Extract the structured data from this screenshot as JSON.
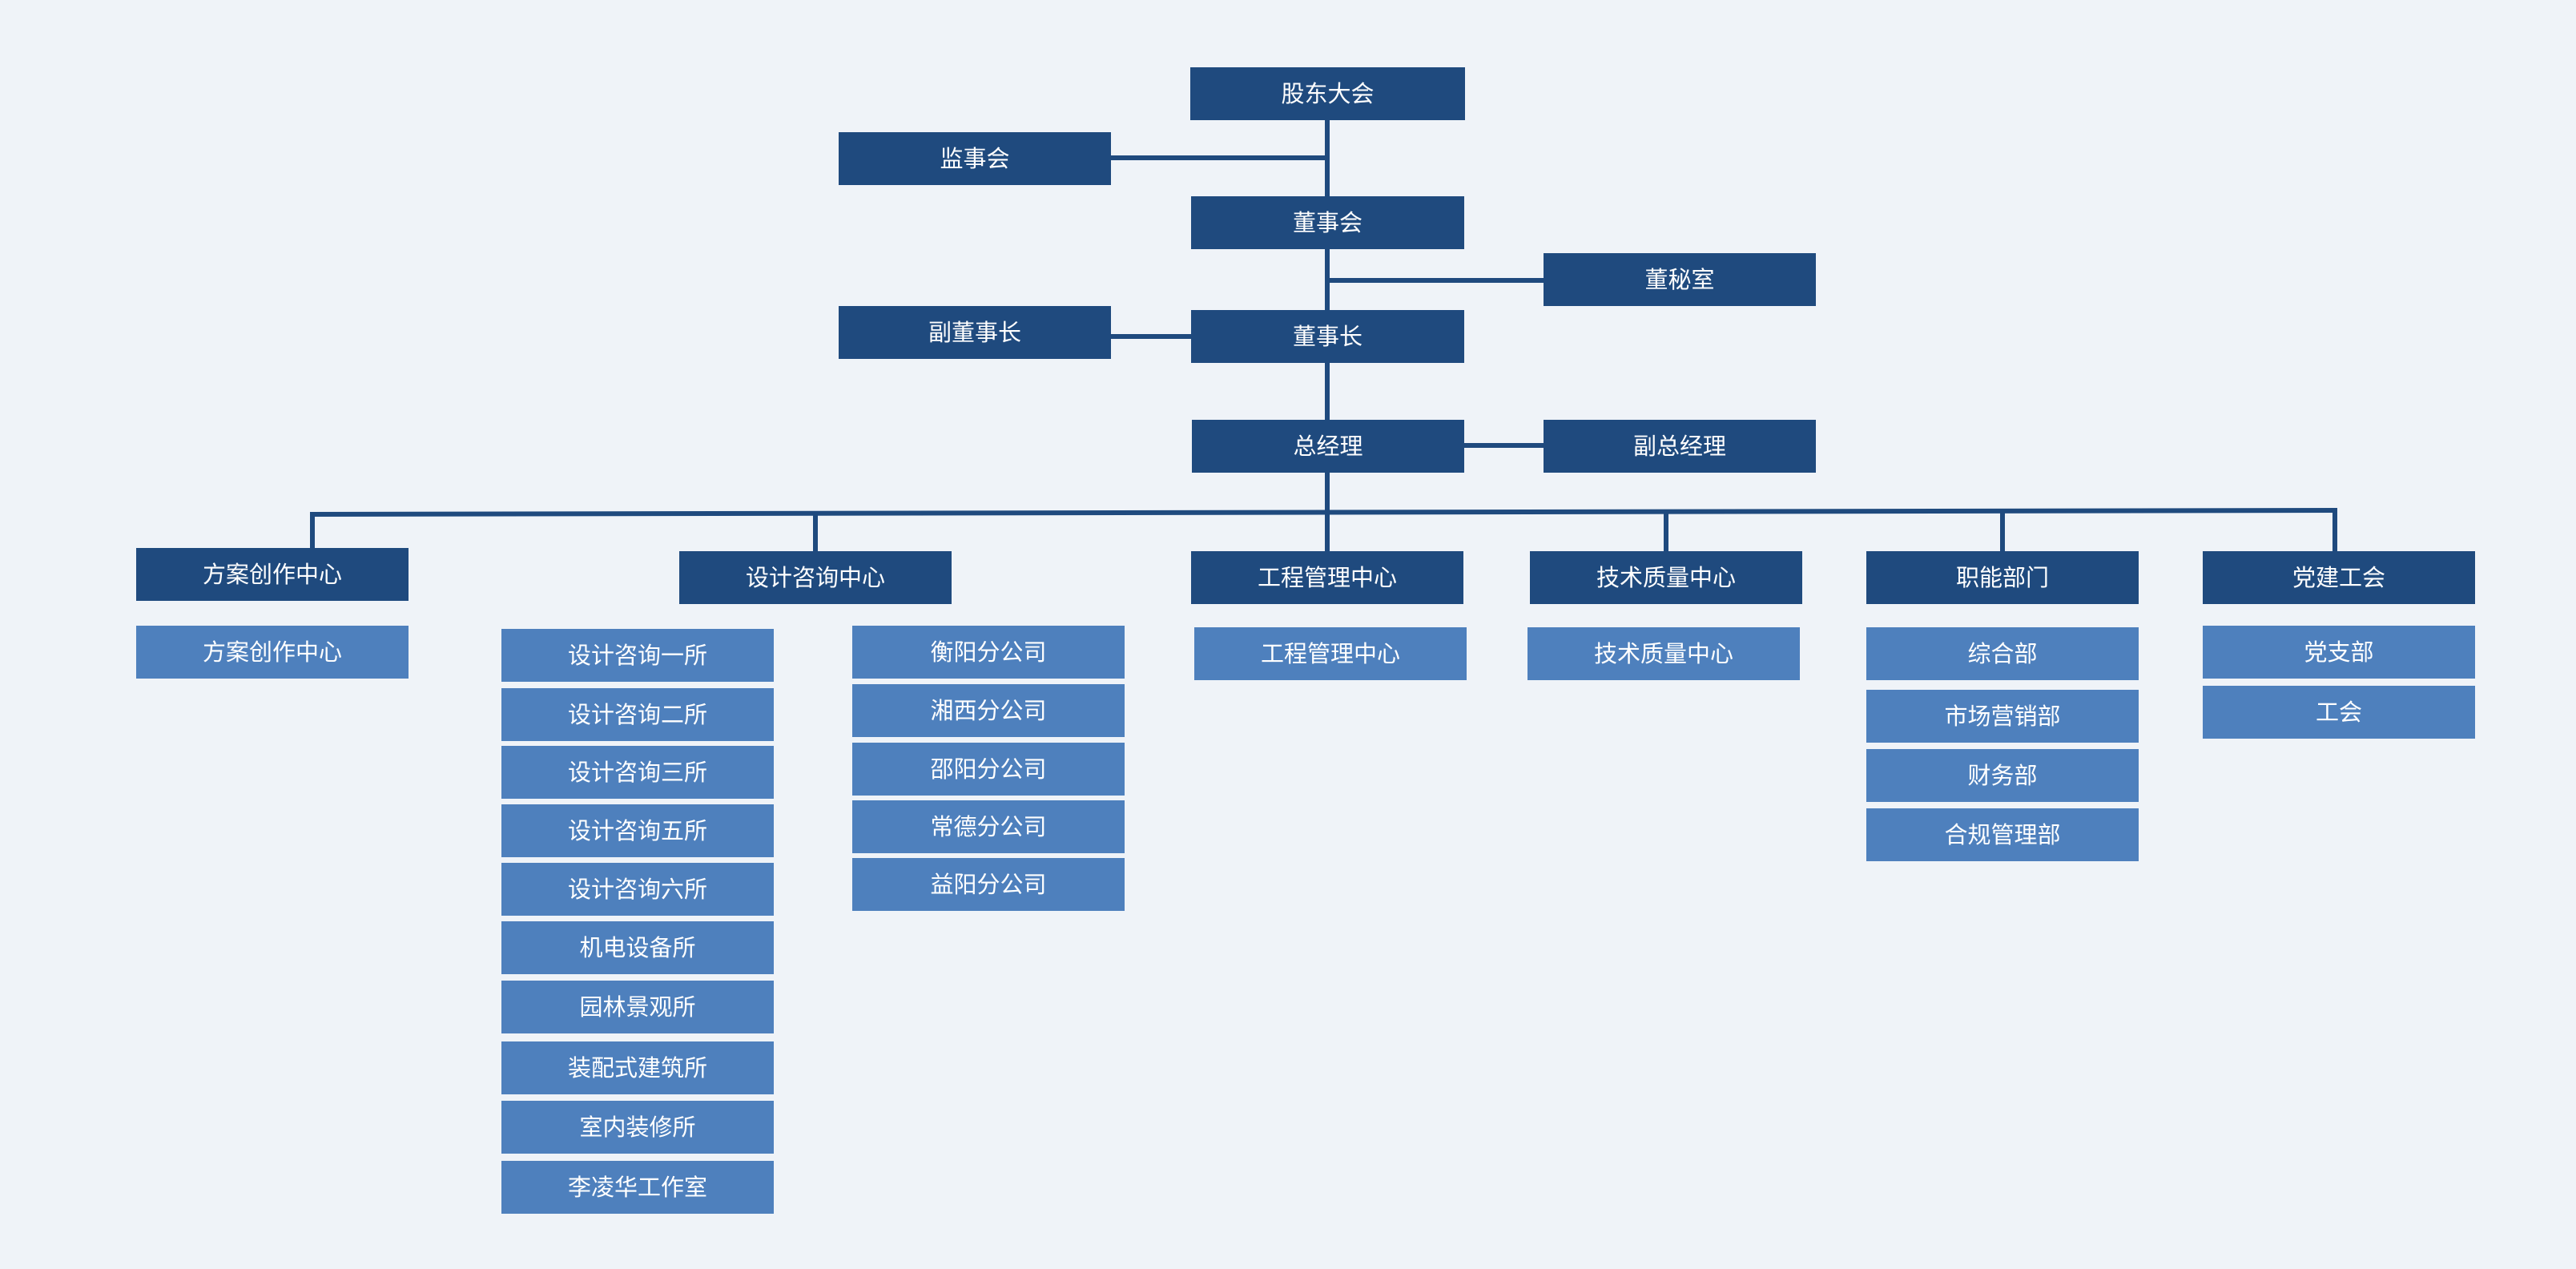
{
  "colors": {
    "background": "#eff3f8",
    "dark_box": "#1f4a7e",
    "light_box": "#4e80bd",
    "connector": "#1f4a7e",
    "text": "#ffffff"
  },
  "governance": {
    "shareholders": "股东大会",
    "supervisory_board": "监事会",
    "board": "董事会",
    "board_secretary_office": "董秘室",
    "vice_chairman": "副董事长",
    "chairman": "董事长",
    "general_manager": "总经理",
    "deputy_general_manager": "副总经理"
  },
  "divisions": [
    {
      "name": "方案创作中心",
      "units": [
        "方案创作中心"
      ]
    },
    {
      "name": "设计咨询中心",
      "units": [
        "设计咨询一所",
        "设计咨询二所",
        "设计咨询三所",
        "设计咨询五所",
        "设计咨询六所",
        "机电设备所",
        "园林景观所",
        "装配式建筑所",
        "室内装修所",
        "李凌华工作室"
      ],
      "branches": [
        "衡阳分公司",
        "湘西分公司",
        "邵阳分公司",
        "常德分公司",
        "益阳分公司"
      ]
    },
    {
      "name": "工程管理中心",
      "units": [
        "工程管理中心"
      ]
    },
    {
      "name": "技术质量中心",
      "units": [
        "技术质量中心"
      ]
    },
    {
      "name": "职能部门",
      "units": [
        "综合部",
        "市场营销部",
        "财务部",
        "合规管理部"
      ]
    },
    {
      "name": "党建工会",
      "units": [
        "党支部",
        "工会"
      ]
    }
  ]
}
